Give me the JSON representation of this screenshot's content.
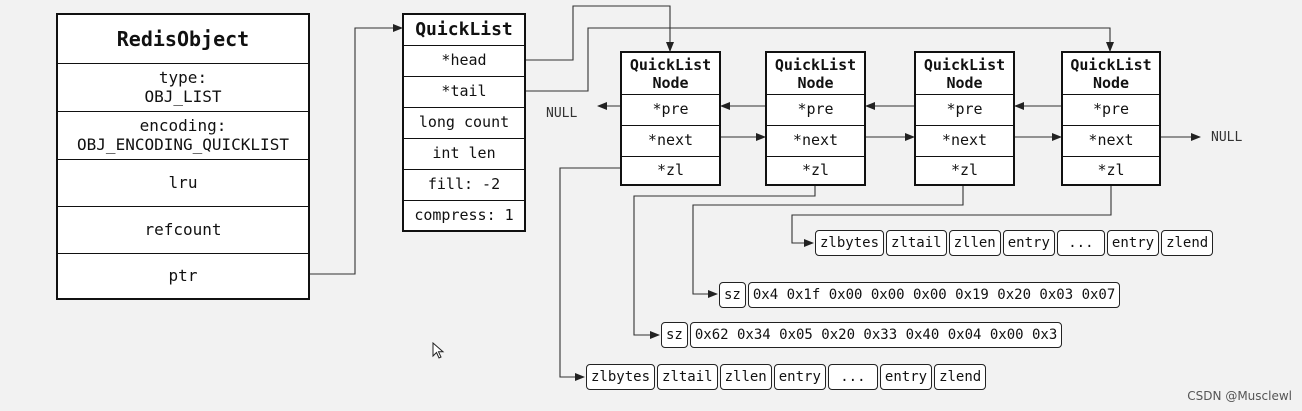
{
  "redis_object": {
    "title": "RedisObject",
    "type_line1": "type:",
    "type_line2": "OBJ_LIST",
    "encoding_line1": "encoding:",
    "encoding_line2": "OBJ_ENCODING_QUICKLIST",
    "lru": "lru",
    "refcount": "refcount",
    "ptr": "ptr"
  },
  "quicklist": {
    "title": "QuickList",
    "fields": [
      "*head",
      "*tail",
      "long count",
      "int len",
      "fill: -2",
      "compress: 1"
    ]
  },
  "nodes": [
    {
      "title_line1": "QuickList",
      "title_line2": "Node",
      "pre": "*pre",
      "next": "*next",
      "zl": "*zl"
    },
    {
      "title_line1": "QuickList",
      "title_line2": "Node",
      "pre": "*pre",
      "next": "*next",
      "zl": "*zl"
    },
    {
      "title_line1": "QuickList",
      "title_line2": "Node",
      "pre": "*pre",
      "next": "*next",
      "zl": "*zl"
    },
    {
      "title_line1": "QuickList",
      "title_line2": "Node",
      "pre": "*pre",
      "next": "*next",
      "zl": "*zl"
    }
  ],
  "null_left": "NULL",
  "null_right": "NULL",
  "ziplist_top": [
    "zlbytes",
    "zltail",
    "zllen",
    "entry",
    "...",
    "entry",
    "zlend"
  ],
  "compressed_1": [
    "sz",
    "0x4 0x1f 0x00 0x00 0x00 0x19 0x20 0x03 0x07"
  ],
  "compressed_2": [
    "sz",
    "0x62 0x34 0x05 0x20 0x33 0x40 0x04 0x00 0x3"
  ],
  "ziplist_bottom": [
    "zlbytes",
    "zltail",
    "zllen",
    "entry",
    "...",
    "entry",
    "zlend"
  ],
  "watermark": "CSDN @Musclewl"
}
